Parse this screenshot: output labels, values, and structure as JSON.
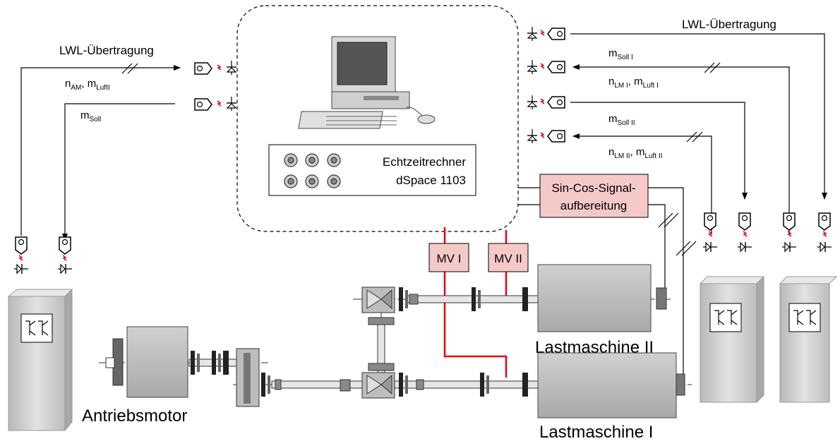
{
  "labels": {
    "lwl_left": "LWL-Übertragung",
    "lwl_right": "LWL-Übertragung",
    "rechner_line1": "Echtzeitrechner",
    "rechner_line2": "dSpace 1103",
    "sincos_line1": "Sin-Cos-Signal-",
    "sincos_line2": "aufbereitung",
    "mv1": "MV I",
    "mv2": "MV II",
    "lastmaschine1": "Lastmaschine I",
    "lastmaschine2": "Lastmaschine II",
    "antriebsmotor": "Antriebsmotor"
  },
  "signals": {
    "n_am": {
      "base": "n",
      "sub": "AM"
    },
    "m_luft_am": {
      "base": "m",
      "sub": "LuftI"
    },
    "m_soll": {
      "base": "m",
      "sub": "Soll"
    },
    "m_soll_1": {
      "base": "m",
      "sub": "Soll I"
    },
    "n_lm_1": {
      "base": "n",
      "sub": "LM I"
    },
    "m_luft_1": {
      "base": "m",
      "sub": "Luft I"
    },
    "m_soll_2": {
      "base": "m",
      "sub": "Soll II"
    },
    "n_lm_2": {
      "base": "n",
      "sub": "LM II"
    },
    "m_luft_2": {
      "base": "m",
      "sub": "Luft II"
    }
  },
  "colors": {
    "red_line": "#e8000b",
    "box_fill": "#f6c9c9",
    "machine_fill": "#c8c8c8",
    "cabinet_fill": "#d4d4d4"
  }
}
